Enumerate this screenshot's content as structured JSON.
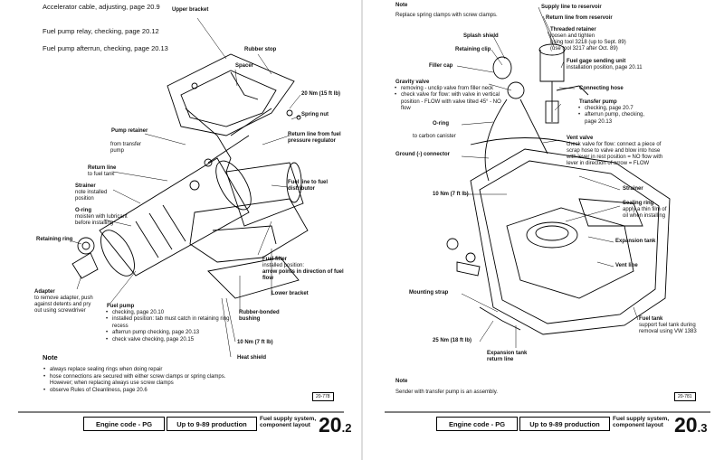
{
  "left_page": {
    "refs": [
      "Accelerator cable, adjusting, page 20.9",
      "Fuel pump relay, checking, page 20.12",
      "Fuel pump afterrun, checking, page 20.13"
    ],
    "labels": {
      "upper_bracket": "Upper bracket",
      "rubber_stop": "Rubber stop",
      "spacer": "Spacer",
      "nm20": "20 Nm (15 ft lb)",
      "spring_nut": "Spring nut",
      "return_line_pressure": "Return line from fuel pressure regulator",
      "pump_retainer": "Pump retainer",
      "from_transfer": "from transfer pump",
      "return_line": "Return line",
      "return_line_sub": "to fuel tank",
      "strainer": "Strainer",
      "strainer_sub": "note installed position",
      "oring": "O-ring",
      "oring_sub": "moisten with lubricant before installing",
      "retaining_ring": "Retaining ring",
      "fuel_line": "Fuel line to fuel distributor",
      "fuel_filter": "Fuel filter",
      "fuel_filter_sub1": "installed position:",
      "fuel_filter_sub2": "arrow points in direction of fuel flow",
      "adapter": "Adapter",
      "adapter_sub": "to remove adapter, push against detents and pry out using screwdriver",
      "fuel_pump": "Fuel pump",
      "fp_items": [
        "checking, page 20.10",
        "installed position: tab must catch in retaining ring recess",
        "afterrun pump checking, page 20.13",
        "check valve checking, page 20.15"
      ],
      "lower_bracket": "Lower bracket",
      "rubber_bushing": "Rubber-bonded bushing",
      "nm10": "10 Nm (7 ft lb)",
      "heat_shield": "Heat shield"
    },
    "note_title": "Note",
    "notes": [
      "always replace sealing rings when doing repair",
      "hose connections are secured with either screw clamps or spring clamps. However; when replacing always use screw clamps",
      "observe Rules of Cleanliness, page 20.6"
    ],
    "fig_no": "20-778",
    "footer": {
      "engine_code": "Engine code - PG",
      "production": "Up to 9-89 production",
      "section": "Fuel supply system, component layout",
      "page_major": "20",
      "page_minor": ".2"
    }
  },
  "right_page": {
    "top_note_title": "Note",
    "top_note": "Replace spring clamps with screw clamps.",
    "labels": {
      "supply_line": "Supply line to reservoir",
      "return_line_reservoir": "Return line from reservoir",
      "splash_shield": "Splash shield",
      "threaded_retainer": "Threaded retainer",
      "threaded_sub1": "loosen and tighten",
      "threaded_sub2": "using tool 3218 (up to Sept. 89)",
      "threaded_sub3": "(use tool 3217 after Oct. 89)",
      "retaining_clip": "Retaining clip",
      "fuel_gage": "Fuel gage sending unit",
      "fuel_gage_sub": "installation position, page 20.11",
      "filler_cap": "Filler cap",
      "gravity_valve": "Gravity valve",
      "gv_items": [
        "removing - unclip valve from filler neck",
        "check valve for flow: with valve in vertical position - FLOW with valve tilted 45° - NO flow"
      ],
      "connecting_hose": "Connecting hose",
      "transfer_pump": "Transfer pump",
      "tp_items": [
        "checking, page 20.7",
        "afterrun pump, checking, page 20.13"
      ],
      "oring": "O-ring",
      "to_canister": "to carbon canister",
      "ground": "Ground (-) connector",
      "vent_valve": "Vent valve",
      "vent_valve_sub": "check valve for flow: connect a piece of scrap hose to valve and blow into hose with lever in rest position = NO flow with lever in direction of arrow = FLOW",
      "strainer": "Strainer",
      "nm10": "10 Nm (7 ft lb)",
      "sealing_ring": "Sealing ring",
      "sealing_ring_sub": "apply a thin film of oil when installing",
      "expansion_tank": "Expansion tank",
      "vent_line": "Vent line",
      "mounting_strap": "Mounting strap",
      "fuel_tank": "Fuel tank",
      "fuel_tank_sub": "support fuel tank during removal using VW 1383",
      "nm25": "25 Nm (18 ft lb)",
      "exp_return": "Expansion tank return line"
    },
    "bottom_note_title": "Note",
    "bottom_note": "Sender with transfer pump is an assembly.",
    "fig_no": "20-781",
    "footer": {
      "engine_code": "Engine code - PG",
      "production": "Up to 9-89 production",
      "section": "Fuel supply system, component layout",
      "page_major": "20",
      "page_minor": ".3"
    }
  }
}
